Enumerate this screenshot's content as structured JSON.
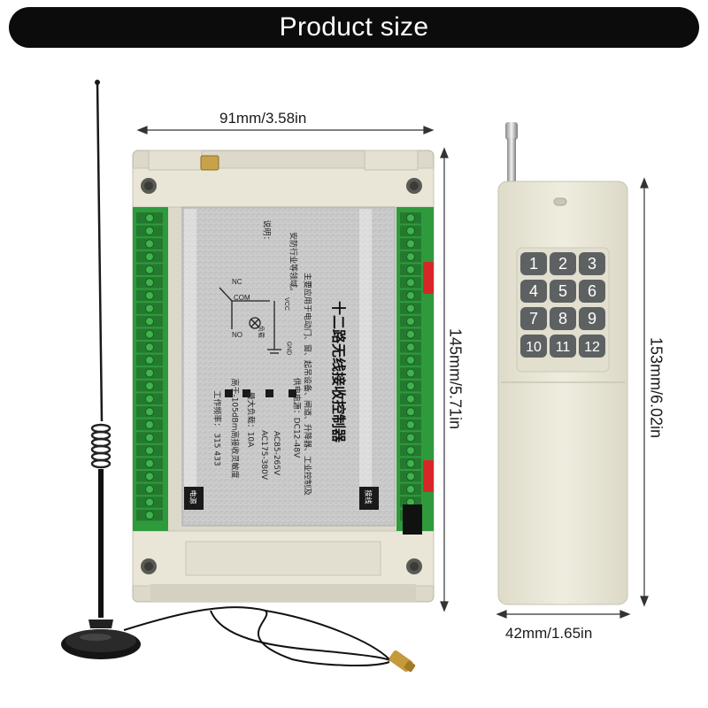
{
  "title": "Product size",
  "dimensions": {
    "receiver_width": "91mm/3.58in",
    "receiver_height": "145mm/5.71in",
    "remote_width": "42mm/1.65in",
    "remote_height": "153mm/6.02in"
  },
  "remote": {
    "buttons": [
      "1",
      "2",
      "3",
      "4",
      "5",
      "6",
      "7",
      "8",
      "9",
      "10",
      "11",
      "12"
    ]
  },
  "receiver_label": {
    "title": "十二路无线接收控制器",
    "description_heading": "说明：",
    "description_line1": "主要应用于电动门、窗、起吊设备、闸道、升降器、工业控制及",
    "description_line2": "安防行业等领域。",
    "spec_power": "供电电源：",
    "spec_dc": "DC12-48V",
    "spec_ac1": "AC85-265V",
    "spec_ac2": "AC175-380V",
    "spec_load": "最大负载：10A",
    "spec_sensitivity": "高于-105dBm高接收灵敏度",
    "spec_freq": "工作频率：",
    "spec_315": "315",
    "spec_433": "433",
    "wiring_nc": "NC",
    "wiring_com": "COM",
    "wiring_no": "NO",
    "wiring_vcc": "VCC",
    "wiring_gnd": "GND",
    "wiring_load": "负载",
    "left_tag": "电源",
    "right_tag": "接线"
  },
  "colors": {
    "title_bg": "#0c0c0c",
    "title_text": "#ffffff",
    "case": "#e6e3d4",
    "terminal_green": "#2f9a3c",
    "remote_body": "#ebe8d8",
    "remote_button": "#5e6162",
    "red_button": "#d8252a"
  }
}
